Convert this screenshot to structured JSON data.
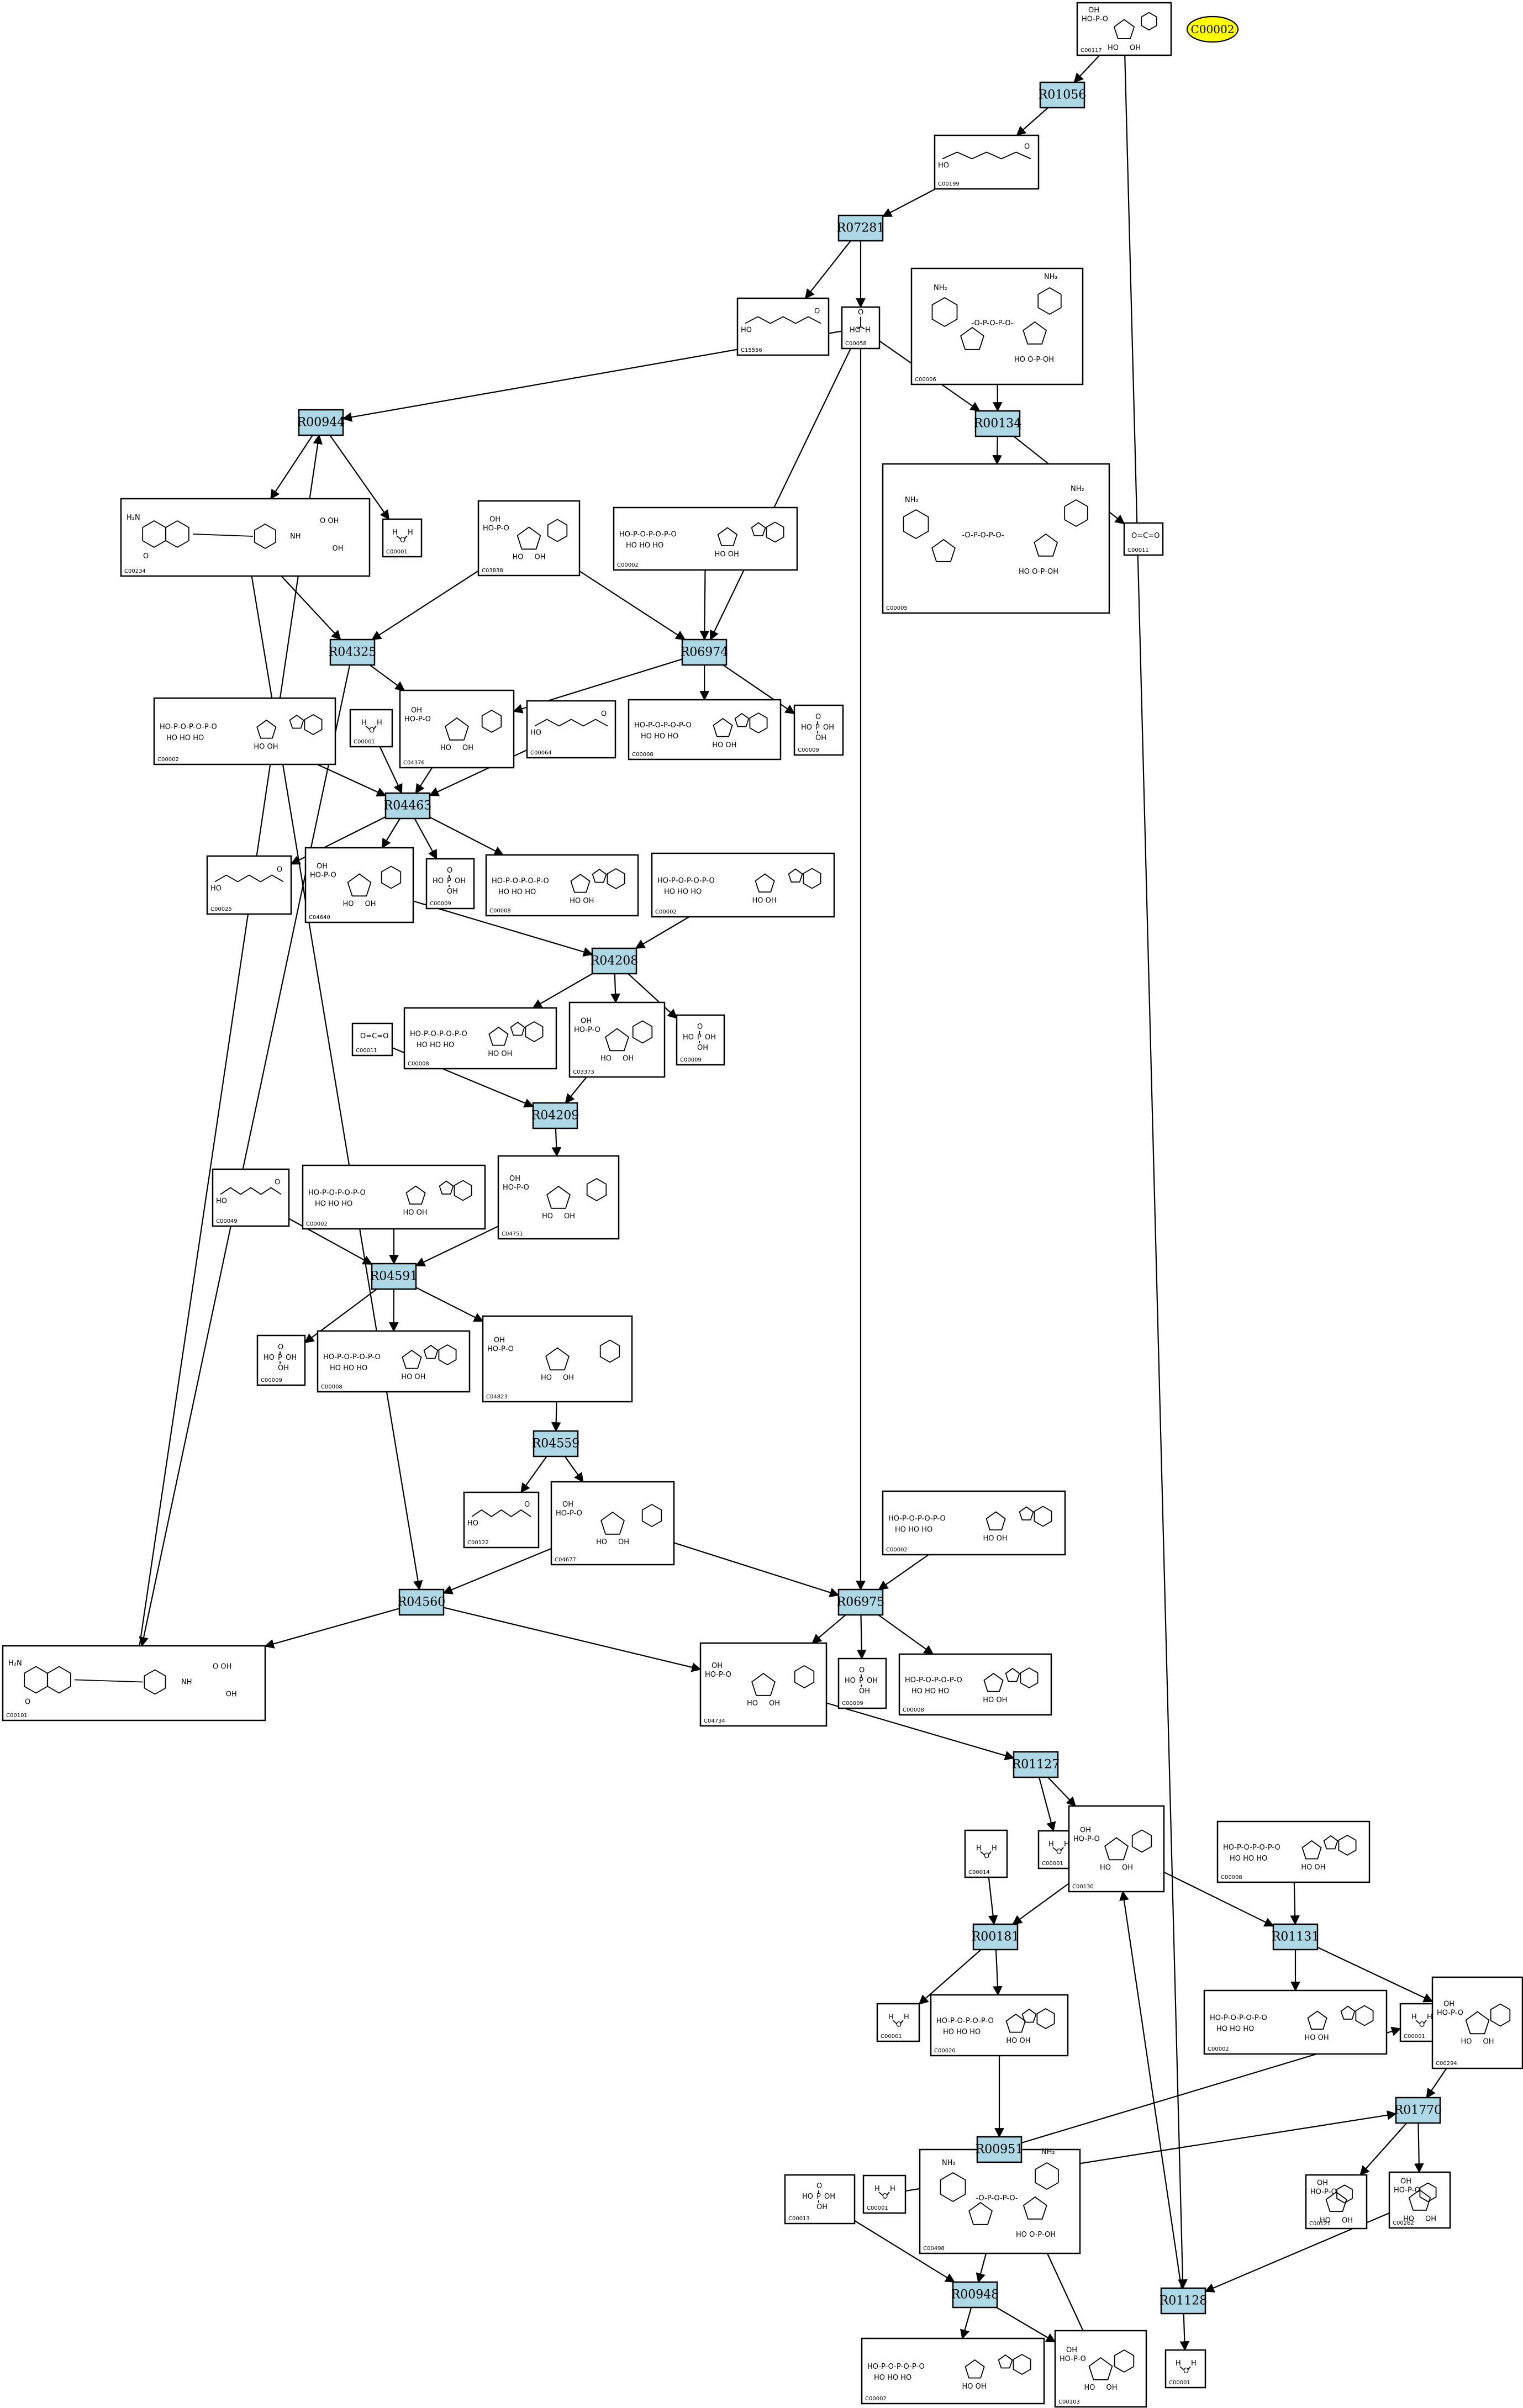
{
  "seed": {
    "label": "C00002"
  },
  "reactions": [
    {
      "id": "R01056",
      "label": "R01056"
    },
    {
      "id": "R07281",
      "label": "R07281"
    },
    {
      "id": "R00944",
      "label": "R00944"
    },
    {
      "id": "R00134",
      "label": "R00134"
    },
    {
      "id": "R04325",
      "label": "R04325"
    },
    {
      "id": "R06974",
      "label": "R06974"
    },
    {
      "id": "R04463",
      "label": "R04463"
    },
    {
      "id": "R04208",
      "label": "R04208"
    },
    {
      "id": "R04209",
      "label": "R04209"
    },
    {
      "id": "R04591",
      "label": "R04591"
    },
    {
      "id": "R04559",
      "label": "R04559"
    },
    {
      "id": "R04560",
      "label": "R04560"
    },
    {
      "id": "R06975",
      "label": "R06975"
    },
    {
      "id": "R01127",
      "label": "R01127"
    },
    {
      "id": "R00181",
      "label": "R00181"
    },
    {
      "id": "R01131",
      "label": "R01131"
    },
    {
      "id": "R01770",
      "label": "R01770"
    },
    {
      "id": "R00951",
      "label": "R00951"
    },
    {
      "id": "R00948",
      "label": "R00948"
    },
    {
      "id": "R01128",
      "label": "R01128"
    }
  ],
  "compounds": [
    {
      "id": "c00117",
      "label": "C00117",
      "mol": "ribose5p"
    },
    {
      "id": "c00199",
      "label": "C00199",
      "mol": "chain"
    },
    {
      "id": "c15556",
      "label": "C15556",
      "mol": "chain"
    },
    {
      "id": "c00058",
      "label": "C00058",
      "mol": "formate"
    },
    {
      "id": "c00006",
      "label": "C00006",
      "mol": "dinucleotide"
    },
    {
      "id": "c00234",
      "label": "C00234",
      "mol": "folate"
    },
    {
      "id": "c00001a",
      "label": "C00001",
      "mol": "water"
    },
    {
      "id": "c03838",
      "label": "C03838",
      "mol": "ribose5p"
    },
    {
      "id": "c00002a",
      "label": "C00002",
      "mol": "nucleotide"
    },
    {
      "id": "c00005",
      "label": "C00005",
      "mol": "dinucleotide"
    },
    {
      "id": "c00011a",
      "label": "C00011",
      "mol": "co2"
    },
    {
      "id": "c00002b",
      "label": "C00002",
      "mol": "nucleotide"
    },
    {
      "id": "c00001b",
      "label": "C00001",
      "mol": "water"
    },
    {
      "id": "c04376",
      "label": "C04376",
      "mol": "ribose5p"
    },
    {
      "id": "c00064",
      "label": "C00064",
      "mol": "chain"
    },
    {
      "id": "c00008a",
      "label": "C00008",
      "mol": "nucleotide"
    },
    {
      "id": "c00009a",
      "label": "C00009",
      "mol": "phosphate"
    },
    {
      "id": "c00025",
      "label": "C00025",
      "mol": "chain"
    },
    {
      "id": "c04640",
      "label": "C04640",
      "mol": "ribose5p"
    },
    {
      "id": "c00009b",
      "label": "C00009",
      "mol": "phosphate"
    },
    {
      "id": "c00008b",
      "label": "C00008",
      "mol": "nucleotide"
    },
    {
      "id": "c00002c",
      "label": "C00002",
      "mol": "nucleotide"
    },
    {
      "id": "c00011b",
      "label": "C00011",
      "mol": "co2"
    },
    {
      "id": "c00008c",
      "label": "C00008",
      "mol": "nucleotide"
    },
    {
      "id": "c03373",
      "label": "C03373",
      "mol": "ribose5p"
    },
    {
      "id": "c00009c",
      "label": "C00009",
      "mol": "phosphate"
    },
    {
      "id": "c00049",
      "label": "C00049",
      "mol": "chain"
    },
    {
      "id": "c00002d",
      "label": "C00002",
      "mol": "nucleotide"
    },
    {
      "id": "c04751",
      "label": "C04751",
      "mol": "ribose5p"
    },
    {
      "id": "c00009d",
      "label": "C00009",
      "mol": "phosphate"
    },
    {
      "id": "c00008d",
      "label": "C00008",
      "mol": "nucleotide"
    },
    {
      "id": "c04823",
      "label": "C04823",
      "mol": "ribose5p"
    },
    {
      "id": "c00122",
      "label": "C00122",
      "mol": "chain"
    },
    {
      "id": "c04677",
      "label": "C04677",
      "mol": "ribose5p"
    },
    {
      "id": "c00002e",
      "label": "C00002",
      "mol": "nucleotide"
    },
    {
      "id": "c00101",
      "label": "C00101",
      "mol": "folate"
    },
    {
      "id": "c04734",
      "label": "C04734",
      "mol": "ribose5p"
    },
    {
      "id": "c00009e",
      "label": "C00009",
      "mol": "phosphate"
    },
    {
      "id": "c00008e",
      "label": "C00008",
      "mol": "nucleotide"
    },
    {
      "id": "c00001c",
      "label": "C00001",
      "mol": "water"
    },
    {
      "id": "c00014",
      "label": "C00014",
      "mol": "water"
    },
    {
      "id": "c00130",
      "label": "C00130",
      "mol": "ribose5p"
    },
    {
      "id": "c00008f",
      "label": "C00008",
      "mol": "nucleotide"
    },
    {
      "id": "c00001d",
      "label": "C00001",
      "mol": "water"
    },
    {
      "id": "c00020",
      "label": "C00020",
      "mol": "nucleotide"
    },
    {
      "id": "c00002f",
      "label": "C00002",
      "mol": "nucleotide"
    },
    {
      "id": "c00001e",
      "label": "C00001",
      "mol": "water"
    },
    {
      "id": "c00294",
      "label": "C00294",
      "mol": "ribose5p"
    },
    {
      "id": "c00001f",
      "label": "C00001",
      "mol": "water"
    },
    {
      "id": "c00498",
      "label": "C00498",
      "mol": "dinucleotide"
    },
    {
      "id": "c00013",
      "label": "C00013",
      "mol": "phosphate"
    },
    {
      "id": "c00121",
      "label": "C00121",
      "mol": "ribose5p"
    },
    {
      "id": "c00262",
      "label": "C00262",
      "mol": "ribose5p"
    },
    {
      "id": "c00002g",
      "label": "C00002",
      "mol": "nucleotide"
    },
    {
      "id": "c00103",
      "label": "C00103",
      "mol": "ribose5p"
    },
    {
      "id": "c00001g",
      "label": "C00001",
      "mol": "water"
    },
    {
      "id": "c00001h",
      "label": "C00001",
      "mol": "water"
    }
  ],
  "edges": [
    [
      "c00117",
      "R01056"
    ],
    [
      "R01056",
      "c00199"
    ],
    [
      "c00199",
      "R07281"
    ],
    [
      "R07281",
      "c15556"
    ],
    [
      "R07281",
      "c00058"
    ],
    [
      "c00117",
      "R01128"
    ],
    [
      "c00058",
      "R00944"
    ],
    [
      "c00058",
      "R00134"
    ],
    [
      "c00058",
      "R06974"
    ],
    [
      "c00058",
      "R06975"
    ],
    [
      "c00006",
      "R00134"
    ],
    [
      "R00134",
      "c00005"
    ],
    [
      "R00134",
      "c00011a"
    ],
    [
      "R00944",
      "c00234"
    ],
    [
      "R00944",
      "c00001a"
    ],
    [
      "c00234",
      "R04325"
    ],
    [
      "c00234",
      "R04560"
    ],
    [
      "c03838",
      "R04325"
    ],
    [
      "c03838",
      "R06974"
    ],
    [
      "c00002a",
      "R06974"
    ],
    [
      "R06974",
      "c04376"
    ],
    [
      "R06974",
      "c00008a"
    ],
    [
      "R06974",
      "c00009a"
    ],
    [
      "R04325",
      "c04376"
    ],
    [
      "R04325",
      "c00101"
    ],
    [
      "c00002b",
      "R04463"
    ],
    [
      "c00001b",
      "R04463"
    ],
    [
      "c04376",
      "R04463"
    ],
    [
      "c00064",
      "R04463"
    ],
    [
      "R04463",
      "c00025"
    ],
    [
      "R04463",
      "c04640"
    ],
    [
      "R04463",
      "c00009b"
    ],
    [
      "R04463",
      "c00008b"
    ],
    [
      "c04640",
      "R04208"
    ],
    [
      "c00002c",
      "R04208"
    ],
    [
      "R04208",
      "c00008c"
    ],
    [
      "R04208",
      "c03373"
    ],
    [
      "R04208",
      "c00009c"
    ],
    [
      "c00011b",
      "R04209"
    ],
    [
      "c03373",
      "R04209"
    ],
    [
      "R04209",
      "c04751"
    ],
    [
      "c00049",
      "R04591"
    ],
    [
      "c00002d",
      "R04591"
    ],
    [
      "c04751",
      "R04591"
    ],
    [
      "R04591",
      "c00009d"
    ],
    [
      "R04591",
      "c00008d"
    ],
    [
      "R04591",
      "c04823"
    ],
    [
      "c04823",
      "R04559"
    ],
    [
      "R04559",
      "c00122"
    ],
    [
      "R04559",
      "c04677"
    ],
    [
      "c04677",
      "R04560"
    ],
    [
      "c04677",
      "R06975"
    ],
    [
      "c00002e",
      "R06975"
    ],
    [
      "R04560",
      "c00101"
    ],
    [
      "R04560",
      "c04734"
    ],
    [
      "c00101",
      "R00944"
    ],
    [
      "R06975",
      "c04734"
    ],
    [
      "R06975",
      "c00009e"
    ],
    [
      "R06975",
      "c00008e"
    ],
    [
      "c04734",
      "R01127"
    ],
    [
      "R01127",
      "c00001c"
    ],
    [
      "R01127",
      "c00130"
    ],
    [
      "c00014",
      "R00181"
    ],
    [
      "c00130",
      "R00181"
    ],
    [
      "c00130",
      "R01131"
    ],
    [
      "c00008f",
      "R01131"
    ],
    [
      "R01131",
      "c00002f"
    ],
    [
      "R01131",
      "c00294"
    ],
    [
      "R00181",
      "c00001d"
    ],
    [
      "R00181",
      "c00020"
    ],
    [
      "c00020",
      "R00951"
    ],
    [
      "R00951",
      "c00001e"
    ],
    [
      "R00951",
      "c00498"
    ],
    [
      "c00001f",
      "R01770"
    ],
    [
      "c00294",
      "R01770"
    ],
    [
      "R01770",
      "c00121"
    ],
    [
      "R01770",
      "c00262"
    ],
    [
      "c00262",
      "R01128"
    ],
    [
      "R01128",
      "c00130"
    ],
    [
      "R01128",
      "c00001h"
    ],
    [
      "c00498",
      "R00948"
    ],
    [
      "c00013",
      "R00948"
    ],
    [
      "R00948",
      "c00002g"
    ],
    [
      "R00948",
      "c00103"
    ],
    [
      "c00103",
      "R00951"
    ]
  ]
}
